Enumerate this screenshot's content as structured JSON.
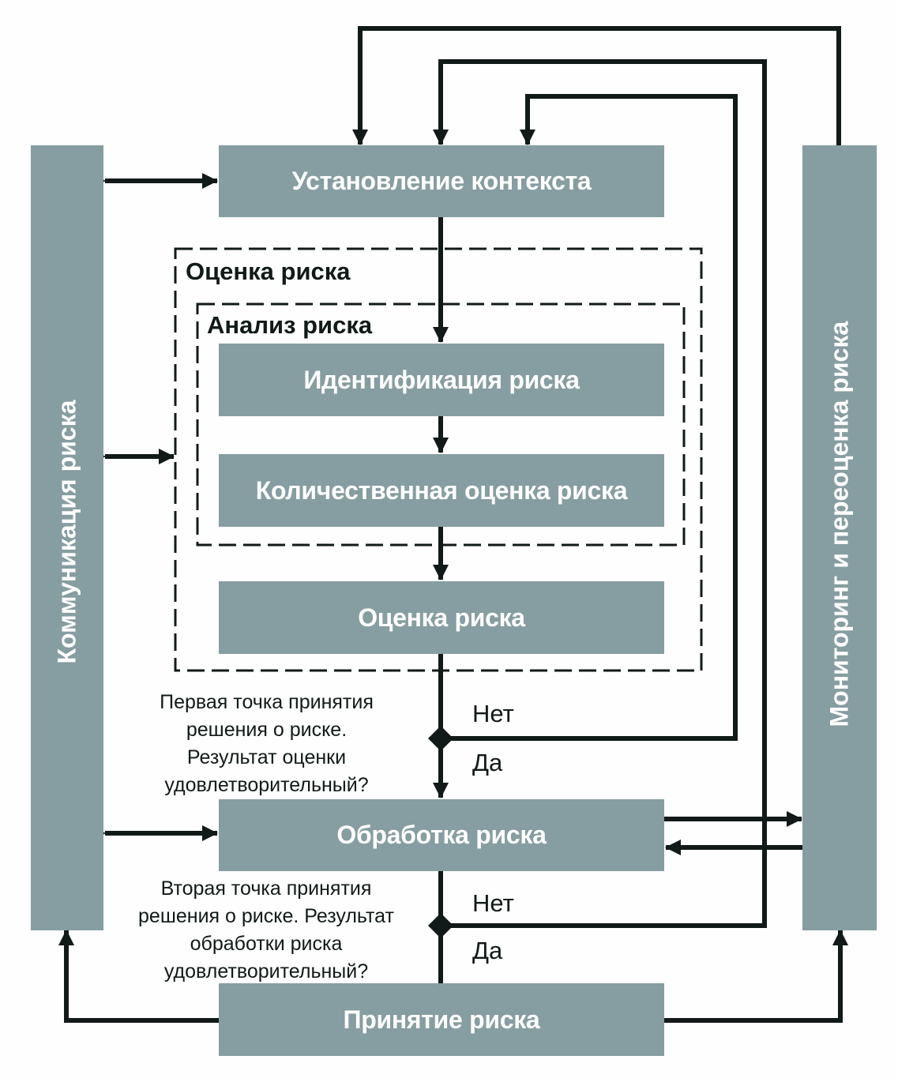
{
  "diagram": {
    "colors": {
      "box_fill": "#869da1",
      "box_text": "#ffffff",
      "line": "#111a18",
      "background": "#fdfefd"
    },
    "side_panels": {
      "left": "Коммуникация риска",
      "right": "Мониторинг и переоценка риска"
    },
    "boxes": {
      "context": "Установление контекста",
      "identification": "Идентификация риска",
      "quantitative": "Количественная оценка риска",
      "evaluation": "Оценка риска",
      "treatment": "Обработка риска",
      "acceptance": "Принятие риска"
    },
    "groups": {
      "assessment": "Оценка риска",
      "analysis": "Анализ риска"
    },
    "decisions": {
      "first": {
        "question": [
          "Первая точка принятия",
          "решения о риске.",
          "Результат оценки",
          "удовлетворительный?"
        ],
        "no": "Нет",
        "yes": "Да"
      },
      "second": {
        "question": [
          "Вторая точка принятия",
          "решения о риске. Результат",
          "обработки риска",
          "удовлетворительный?"
        ],
        "no": "Нет",
        "yes": "Да"
      }
    }
  }
}
